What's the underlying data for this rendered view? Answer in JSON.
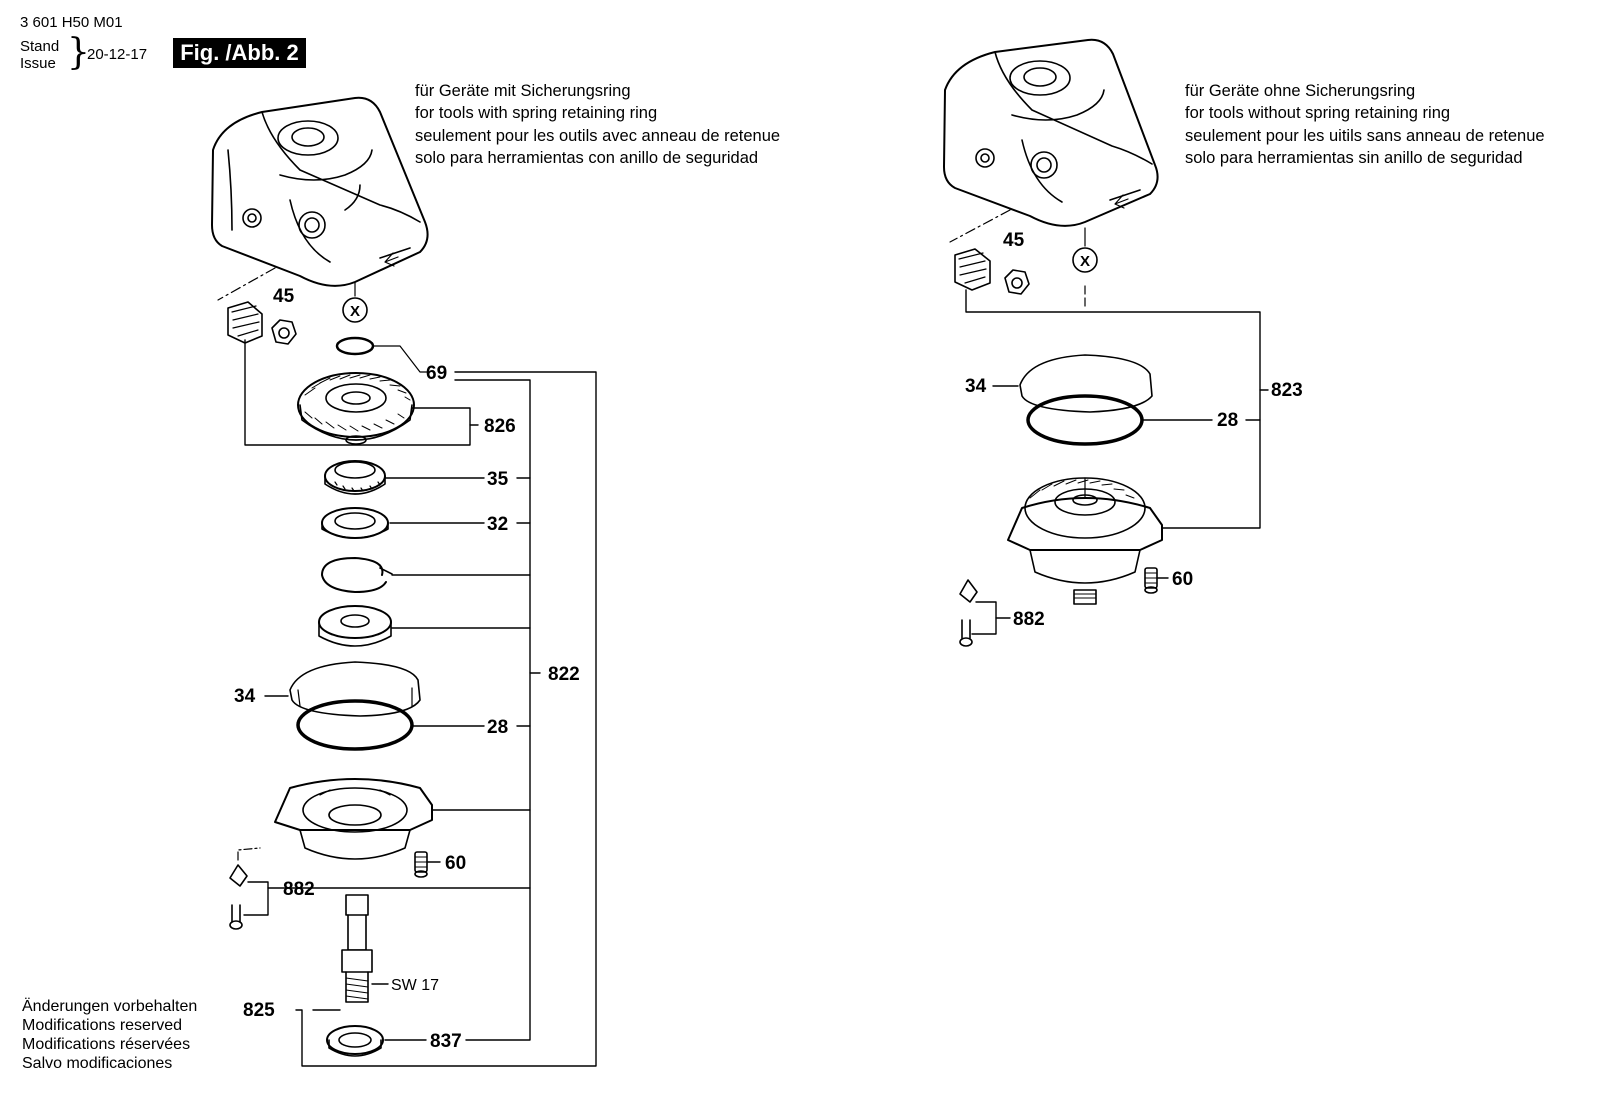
{
  "header": {
    "code": "3 601 H50 M01",
    "stand": "Stand",
    "issue": "Issue",
    "brace": "}",
    "date": "20-12-17",
    "figure_label": "Fig. /Abb. 2"
  },
  "left_caption": [
    "für Geräte mit Sicherungsring",
    "for tools with spring retaining ring",
    "seulement pour les outils avec anneau de retenue",
    "solo para herramientas con anillo de seguridad"
  ],
  "right_caption": [
    "für Geräte ohne Sicherungsring",
    "for tools without spring retaining ring",
    "seulement pour les uitils sans anneau de retenue",
    "solo para herramientas sin anillo de seguridad"
  ],
  "footer_notes": [
    "Änderungen vorbehalten",
    "Modifications reserved",
    "Modifications réservées",
    "Salvo modificaciones"
  ],
  "left_parts": {
    "p45": "45",
    "pX": "X",
    "p69": "69",
    "p826": "826",
    "p35": "35",
    "p32": "32",
    "p822": "822",
    "p34": "34",
    "p28": "28",
    "p60": "60",
    "p882": "882",
    "sw17": "SW 17",
    "p825": "825",
    "p837": "837"
  },
  "right_parts": {
    "p45": "45",
    "pX": "X",
    "p34": "34",
    "p28": "28",
    "p823": "823",
    "p60": "60",
    "p882": "882"
  }
}
